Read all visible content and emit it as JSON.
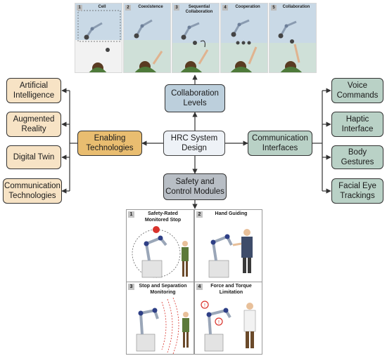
{
  "center": {
    "label": "HRC System Design"
  },
  "collaboration": {
    "label": "Collaboration Levels",
    "levels": [
      {
        "num": "1",
        "title": "Cell"
      },
      {
        "num": "2",
        "title": "Coexistence"
      },
      {
        "num": "3",
        "title": "Sequential Collaboration"
      },
      {
        "num": "4",
        "title": "Cooperation"
      },
      {
        "num": "5",
        "title": "Collaboration"
      }
    ]
  },
  "enabling": {
    "label": "Enabling Technologies",
    "items": [
      "Artificial Intelligence",
      "Augmented Reality",
      "Digital Twin",
      "Communication Technologies"
    ]
  },
  "communication": {
    "label": "Communication Interfaces",
    "items": [
      "Voice Commands",
      "Haptic Interface",
      "Body Gestures",
      "Facial Eye Trackings"
    ]
  },
  "safety": {
    "label": "Safety and Control Modules",
    "modes": [
      {
        "num": "1",
        "title": "Safety-Rated Monitored Stop"
      },
      {
        "num": "2",
        "title": "Hand Guiding"
      },
      {
        "num": "3",
        "title": "Stop and Separation Monitoring"
      },
      {
        "num": "4",
        "title": "Force and Torque Limitation"
      }
    ]
  },
  "colors": {
    "center": "#eef2f7",
    "collaboration": "#bccfdc",
    "safety": "#b8bec5",
    "enabling": "#e9bd70",
    "enabling_items": "#f7e3c5",
    "communication": "#b9d1c6"
  },
  "icons": [
    "robot-arm-icon",
    "human-worker-icon",
    "stop-icon",
    "warning-icon"
  ]
}
